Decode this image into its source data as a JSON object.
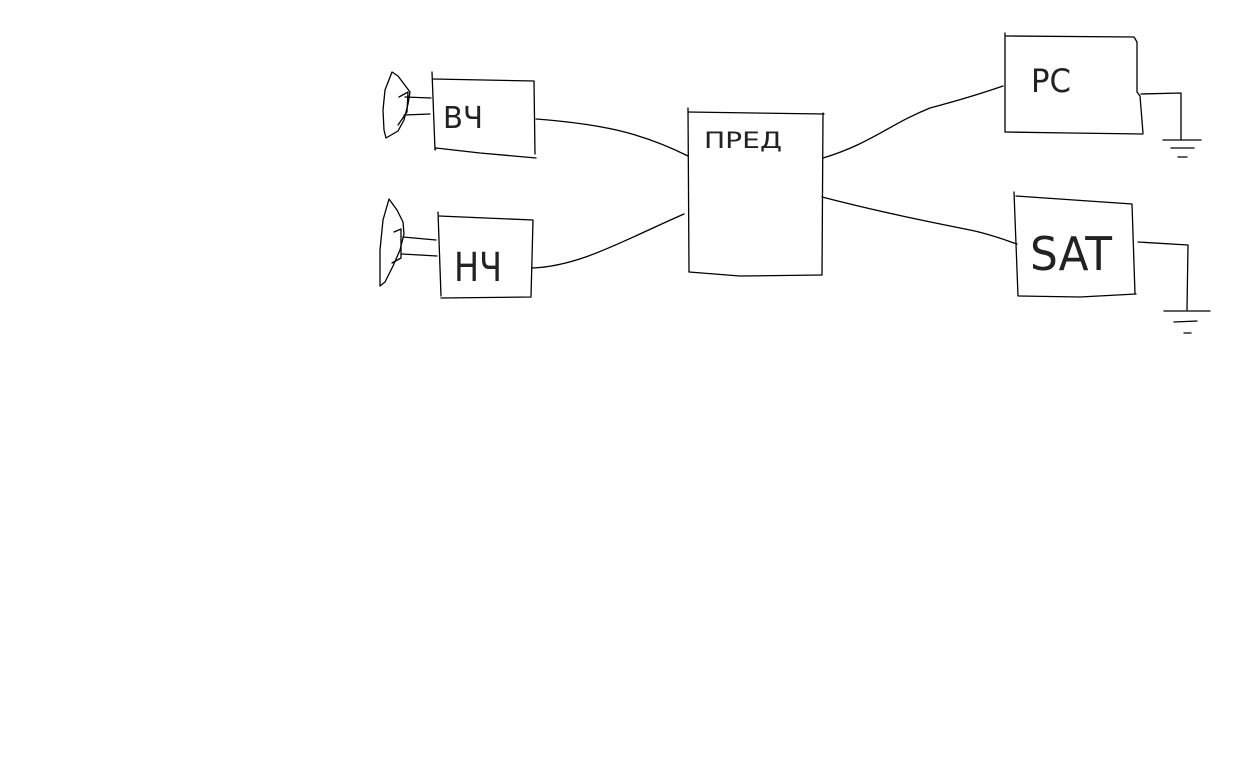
{
  "diagram": {
    "nodes": {
      "hf": {
        "label": "ВЧ"
      },
      "lf": {
        "label": "НЧ"
      },
      "pre": {
        "label": "ПРЕД"
      },
      "pc": {
        "label": "PC"
      },
      "sat": {
        "label": "SAT"
      }
    },
    "edges": [
      {
        "from": "hf",
        "to": "pre"
      },
      {
        "from": "lf",
        "to": "pre"
      },
      {
        "from": "pre",
        "to": "pc"
      },
      {
        "from": "pre",
        "to": "sat"
      }
    ],
    "ink_color": "#000000",
    "background": "#ffffff"
  }
}
